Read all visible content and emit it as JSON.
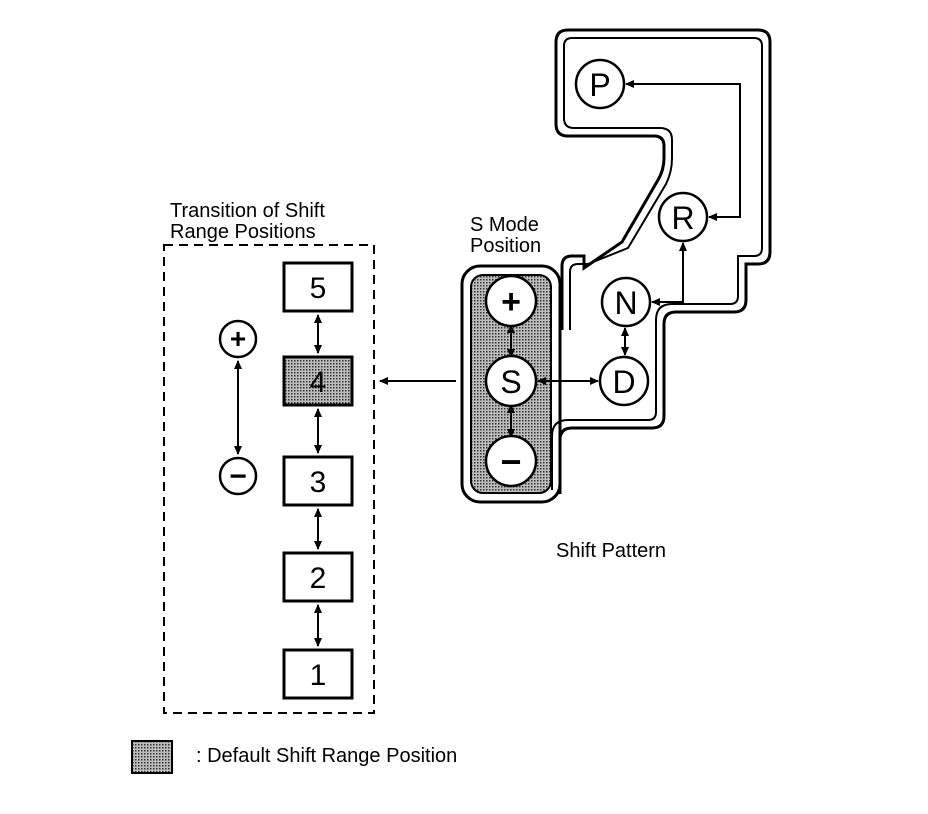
{
  "transition": {
    "title_line1": "Transition of Shift",
    "title_line2": "Range Positions",
    "ranges": [
      "5",
      "4",
      "3",
      "2",
      "1"
    ],
    "default_range": "4",
    "up_symbol": "+",
    "down_symbol": "−"
  },
  "s_mode": {
    "title_line1": "S Mode",
    "title_line2": "Position",
    "plus": "+",
    "s": "S",
    "minus": "−"
  },
  "shift_pattern": {
    "label": "Shift Pattern",
    "positions": [
      "P",
      "R",
      "N",
      "D"
    ]
  },
  "legend": {
    "text": ": Default Shift Range Position"
  },
  "colors": {
    "line": "#000000",
    "background": "#ffffff",
    "shade": "#8c8c8c"
  }
}
